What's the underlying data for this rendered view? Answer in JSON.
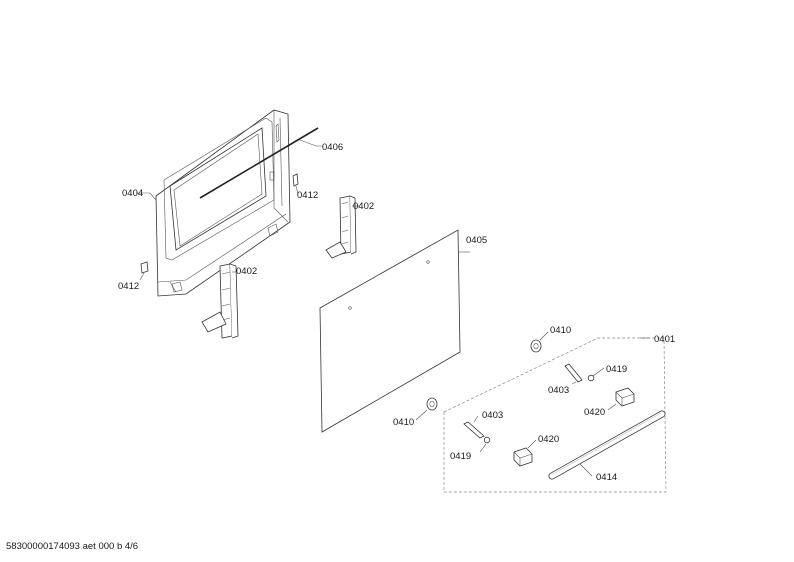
{
  "labels": {
    "l0406": "0406",
    "l0404": "0404",
    "l0412a": "0412",
    "l0412b": "0412",
    "l0402a": "0402",
    "l0402b": "0402",
    "l0405": "0405",
    "l0410a": "0410",
    "l0410b": "0410",
    "l0401": "0401",
    "l0403a": "0403",
    "l0403b": "0403",
    "l0419a": "0419",
    "l0419b": "0419",
    "l0420a": "0420",
    "l0420b": "0420",
    "l0414": "0414"
  },
  "footer": "58300000174093 aet 000 b 4/6"
}
